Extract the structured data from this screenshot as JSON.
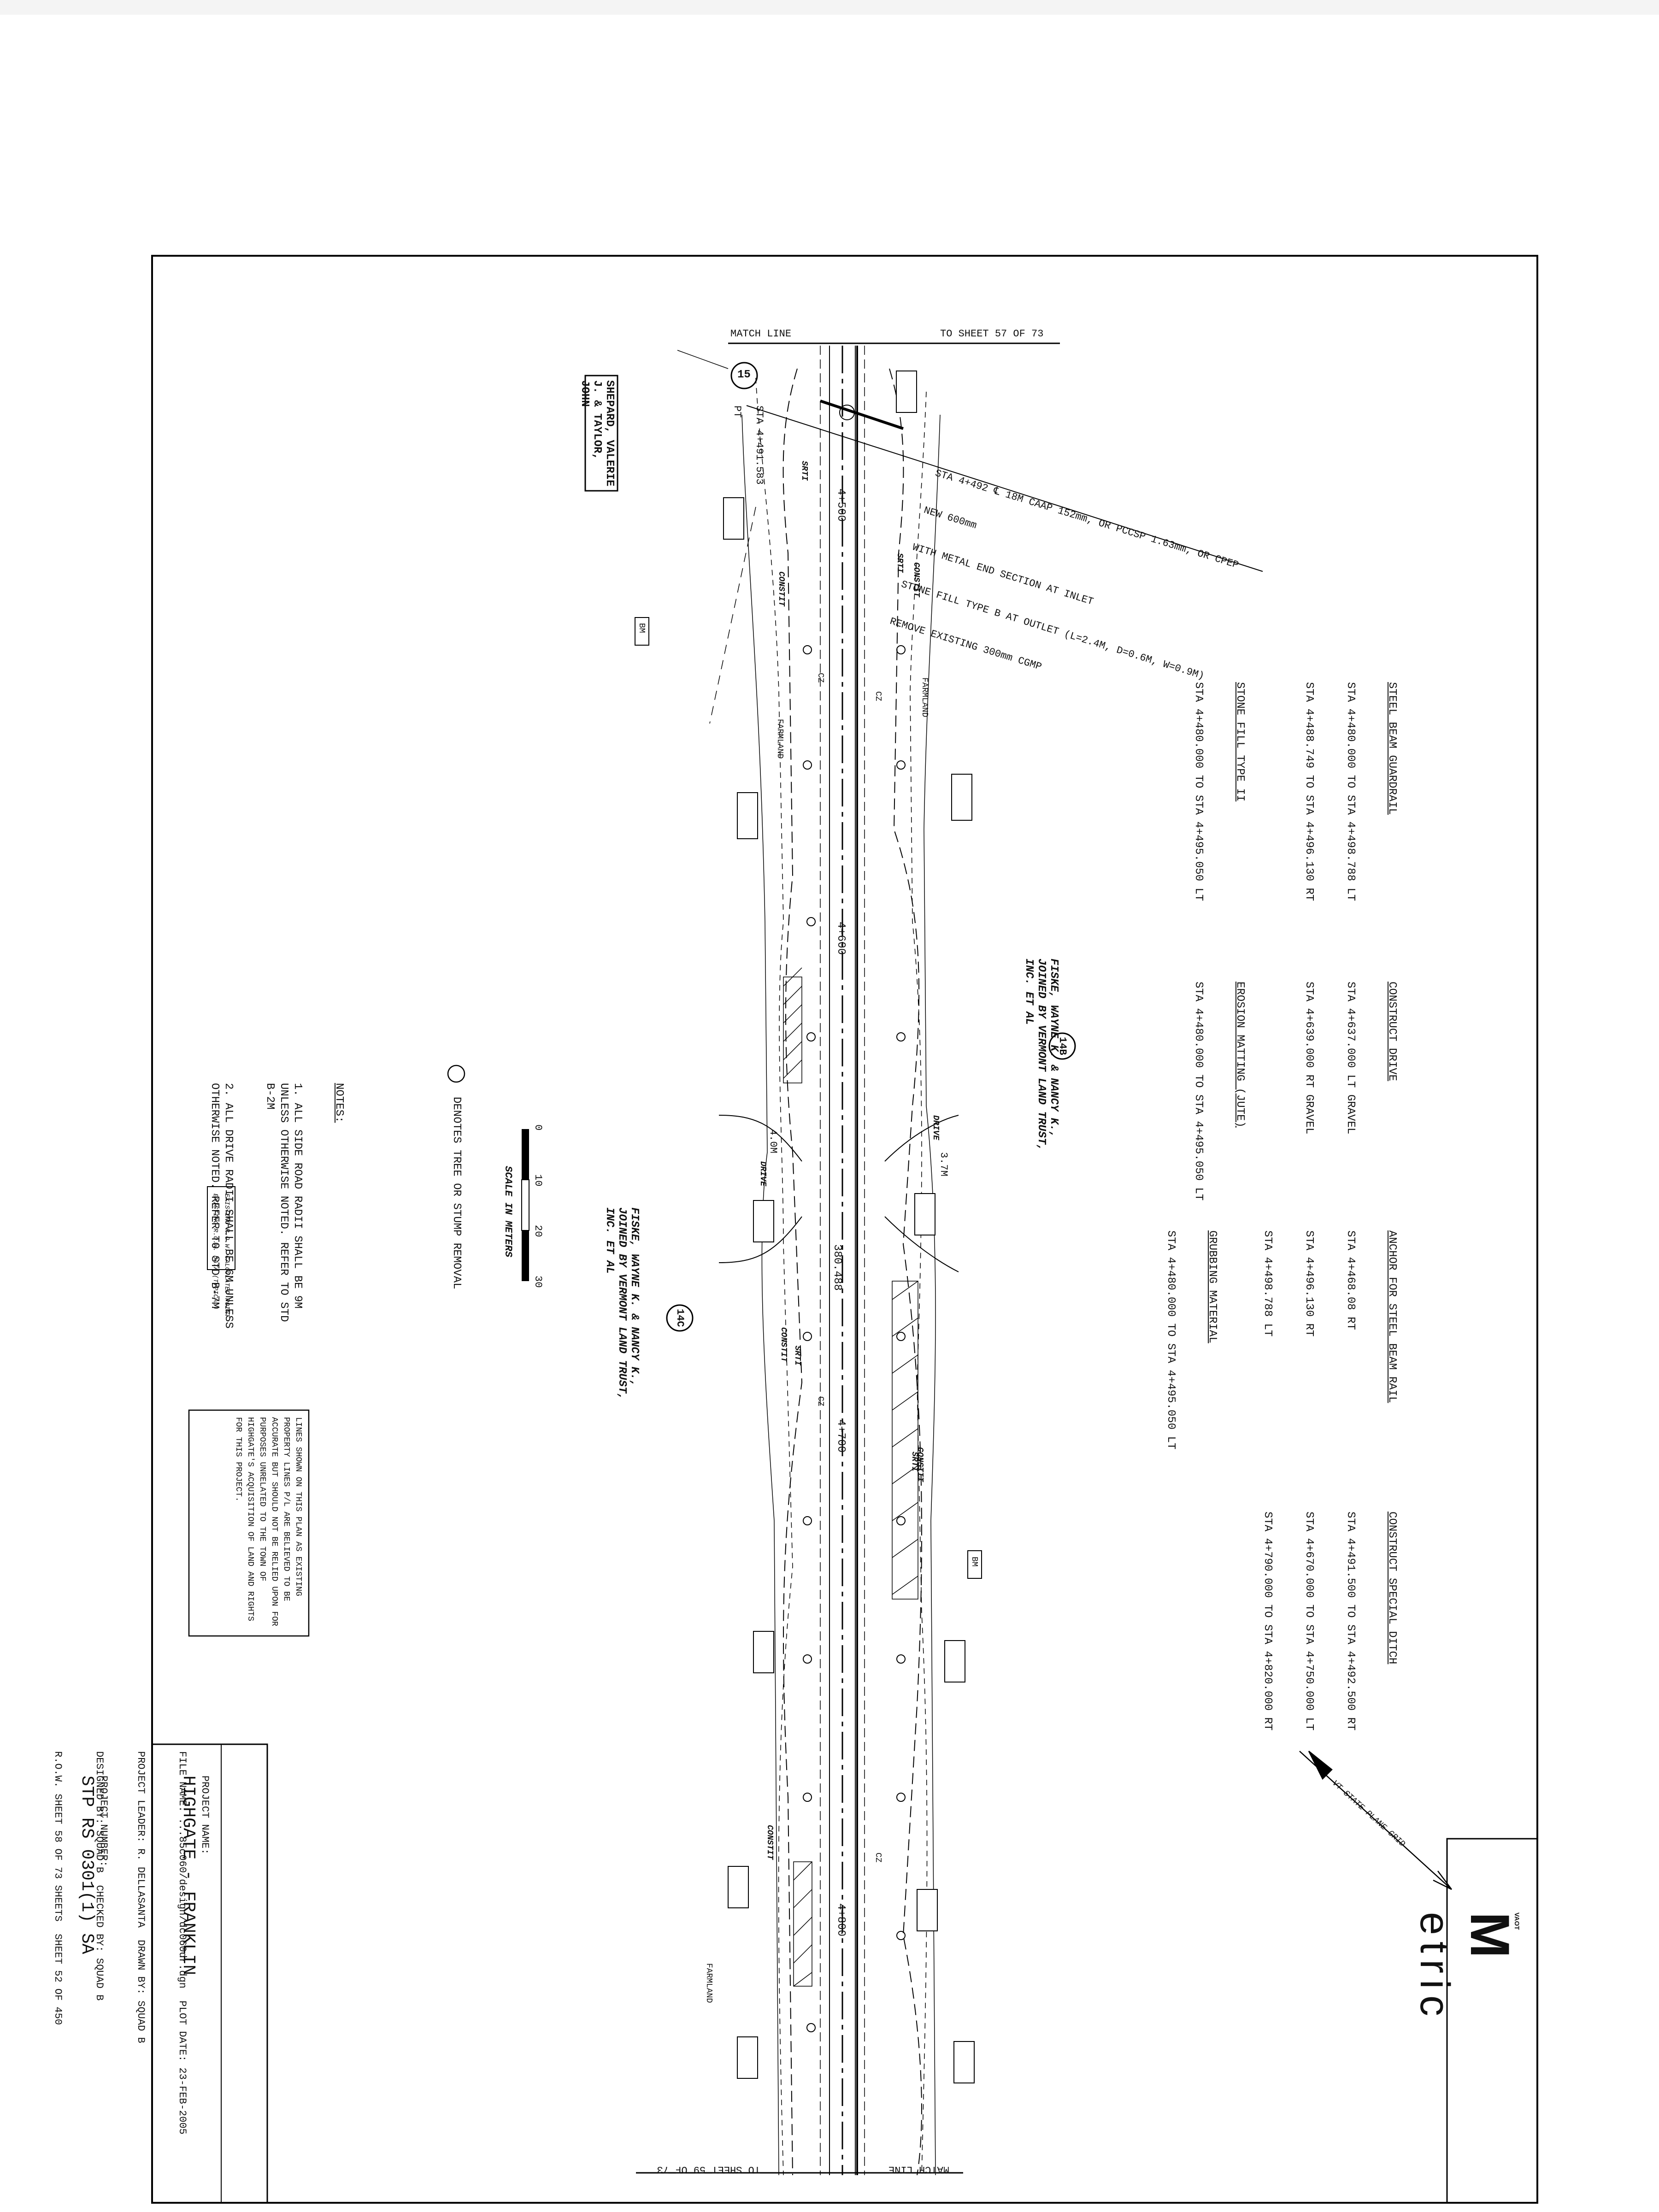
{
  "sheet": {
    "match_line": "MATCH LINE",
    "to_sheet_top": "TO SHEET 57 OF 73",
    "to_sheet_bottom": "TO SHEET 59 OF 73",
    "match_line_bottom": "MATCH LINE"
  },
  "owners": {
    "shepard": "SHEPARD, VALERIE J. & TAYLOR, JOHN",
    "fiske_top": "FISKE, WAYNE K. & NANCY K., JOINED BY VERMONT LAND TRUST, INC. ET AL",
    "fiske_bottom": "FISKE, WAYNE K. & NANCY K., JOINED BY VERMONT LAND TRUST, INC. ET AL"
  },
  "parcels": {
    "p15": "15",
    "p14b": "14B",
    "p14c": "14C"
  },
  "stations": {
    "s4500": "4+500",
    "s4600": "4+600",
    "s4700": "4+700",
    "s4800": "4+800",
    "pt": "PT",
    "pt_sta": "STA 4+491.583",
    "bearing": "380.488",
    "drivebuilt": "4.0M",
    "drive_width": "3.7M"
  },
  "culvert_note": [
    "STA 4+492 ℄ 18M CAAP 152mm, OR PCCSP 1.63mm, OR CPEP",
    "NEW 600mm",
    "WITH METAL END SECTION AT INLET",
    "STONE FILL TYPE B AT OUTLET (L=2.4M, D=0.6M, W=0.9M)",
    "REMOVE EXISTING 300mm CGMP"
  ],
  "labels": {
    "farmland": "FARMLAND",
    "constr": "CONSTIT",
    "srt": "SRTI",
    "cz": "CZ",
    "bm": "BM",
    "drive": "DRIVE"
  },
  "quantities": [
    {
      "title": "STEEL BEAM GUARDRAIL",
      "lines": [
        "STA 4+480.000 TO STA 4+498.788 LT",
        "STA 4+488.749 TO STA 4+496.130 RT"
      ]
    },
    {
      "title": "STONE FILL TYPE II",
      "lines": [
        "STA 4+480.000 TO STA 4+495.050 LT"
      ]
    },
    {
      "title": "CONSTRUCT DRIVE",
      "lines": [
        "STA 4+637.000 LT GRAVEL",
        "STA 4+639.000 RT GRAVEL"
      ]
    },
    {
      "title": "EROSION MATTING (JUTE)",
      "lines": [
        "STA 4+480.000 TO STA 4+495.050 LT"
      ]
    },
    {
      "title": "ANCHOR FOR STEEL BEAM RAIL",
      "lines": [
        "STA 4+468.08 RT",
        "STA 4+496.130 RT",
        "STA 4+498.788 LT"
      ]
    },
    {
      "title": "GRUBBING MATERIAL",
      "lines": [
        "STA 4+480.000 TO STA 4+495.050 LT"
      ]
    },
    {
      "title": "CONSTRUCT SPECIAL DITCH",
      "lines": [
        "STA 4+491.500 TO STA 4+492.500 RT",
        "STA 4+670.000 TO STA 4+750.000 LT",
        "STA 4+790.000 TO STA 4+820.000 RT"
      ]
    }
  ],
  "notes": {
    "heading": "NOTES:",
    "n1": "1. ALL SIDE ROAD RADII SHALL BE 9M UNLESS OTHERWISE NOTED. REFER TO STD B-2M",
    "n2": "2. ALL DRIVE RADII SHALL BE 6M UNLESS OTHERWISE NOTED. REFER TO STD B-7M"
  },
  "legend": {
    "tree": "DENOTES TREE OR STUMP REMOVAL",
    "scale_ticks": [
      "0",
      "10",
      "20",
      "30"
    ],
    "scale_label": "SCALE IN METERS",
    "row_point": "EXISTING R.O.W. CALCULATED POINT",
    "row_data": "EXISTING R.O.W. DATA (TYPICAL)"
  },
  "disclaimer": "LINES SHOWN ON THIS PLAN AS EXISTING PROPERTY LINES P/L ARE BELIEVED TO BE ACCURATE BUT SHOULD NOT BE RELIED UPON FOR PURPOSES UNRELATED TO THE TOWN OF HIGHGATE'S ACQUISITION OF LAND AND RIGHTS FOR THIS PROJECT.",
  "north_arrow": "VT STATE PLANE GRID",
  "title_block": {
    "project_name_label": "PROJECT NAME:",
    "project_name": "HIGHGATE - FRANKLIN",
    "project_number_label": "PROJECT NUMBER:",
    "project_number": "STP RS 0301(1) SA",
    "file_name": "FILE NAME: ...85c060/design/dc060dr.dgn",
    "plot_date": "PLOT DATE: 23-FEB-2005",
    "project_leader": "PROJECT LEADER: R. DELLASANTA",
    "drawn_by": "DRAWN BY: SQUAD B",
    "designed_by": "DESIGNED BY: SQUAD B",
    "checked_by": "CHECKED BY: SQUAD B",
    "row_sheet": "R.O.W. SHEET 58 OF 73 SHEETS",
    "sheet": "SHEET 52 OF 450"
  },
  "logo": {
    "mark": "M",
    "tag": "VAOT",
    "word": "etric"
  }
}
